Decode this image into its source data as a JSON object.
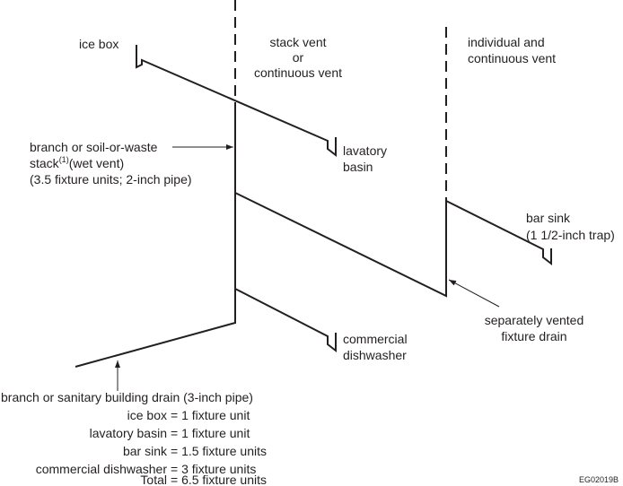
{
  "labels": {
    "ice_box": "ice box",
    "stack_vent": [
      "stack vent",
      "or",
      "continuous vent"
    ],
    "individual_vent": [
      "individual and",
      "continuous vent"
    ],
    "stack_label": [
      "branch or soil-or-waste",
      "stack",
      "(1)",
      "(wet vent)",
      "(3.5 fixture units; 2-inch pipe)"
    ],
    "lavatory": [
      "lavatory",
      "basin"
    ],
    "bar_sink": [
      "bar sink",
      "(1 1/2-inch trap)"
    ],
    "separately_vented": [
      "separately vented",
      "fixture drain"
    ],
    "dishwasher": [
      "commercial",
      "dishwasher"
    ],
    "building_drain": "branch or sanitary building drain (3-inch pipe)"
  },
  "fixture_units": [
    {
      "name": "ice box",
      "value": "= 1 fixture unit"
    },
    {
      "name": "lavatory basin",
      "value": "= 1 fixture unit"
    },
    {
      "name": "bar sink",
      "value": "= 1.5 fixture units"
    },
    {
      "name": "commercial dishwasher",
      "value": "= 3 fixture units"
    },
    {
      "name": "Total",
      "value": "= 6.5 fixture units"
    }
  ],
  "figure_id": "EG02019B"
}
